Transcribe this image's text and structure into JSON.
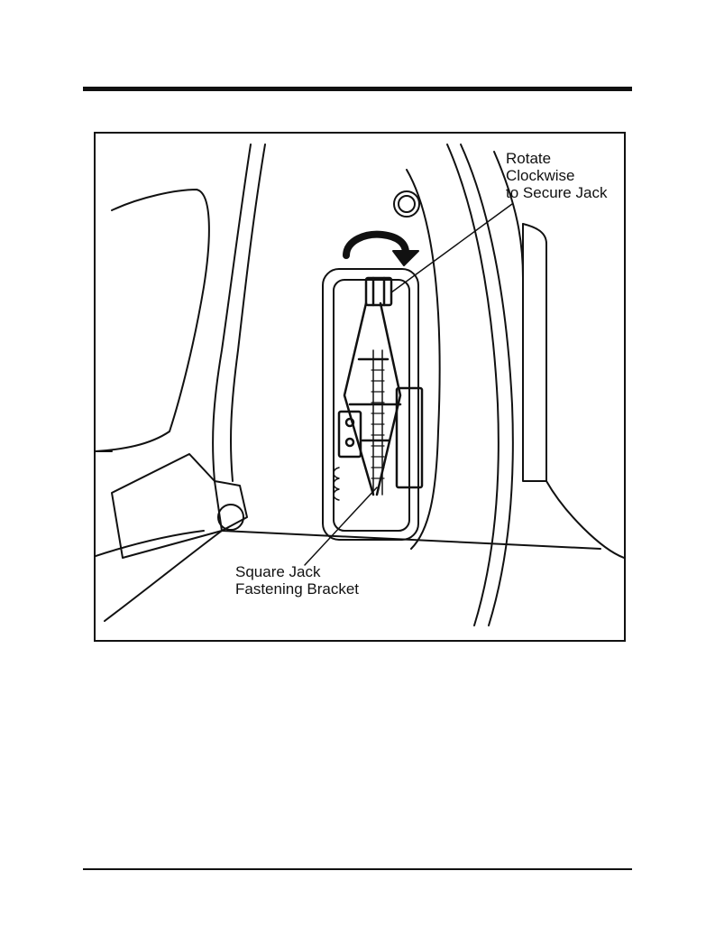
{
  "figure": {
    "callouts": {
      "rotate": [
        "Rotate",
        "Clockwise",
        "to Secure Jack"
      ],
      "bracket": [
        "Square Jack",
        "Fastening Bracket"
      ]
    },
    "icons": [
      "rotate-clockwise-arrow-icon"
    ],
    "line_color": "#111111"
  }
}
